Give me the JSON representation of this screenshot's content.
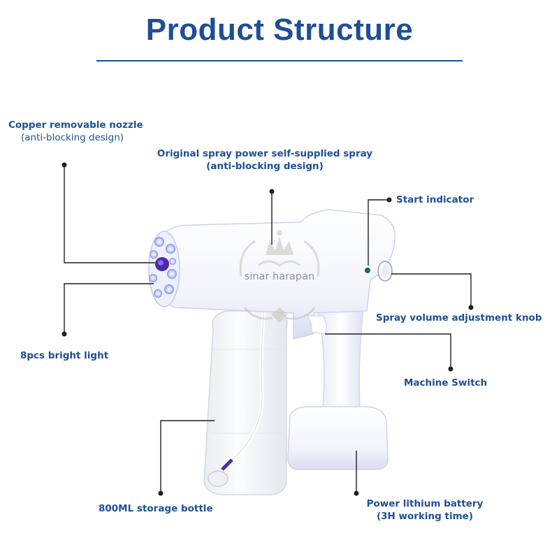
{
  "title": "Product Structure",
  "labels": {
    "nozzle": {
      "line1": "Copper removable nozzle",
      "line2": "(anti-blocking design)"
    },
    "spray": {
      "line1": "Original spray power self-supplied spray",
      "line2": "(anti-blocking design)"
    },
    "start_indicator": "Start indicator",
    "knob": "Spray volume adjustment knob",
    "lights": "8pcs bright light",
    "switch": "Machine Switch",
    "bottle": "800ML storage bottle",
    "battery": {
      "line1": "Power lithium battery",
      "line2": "(3H working time)"
    }
  },
  "watermark": "sinar harapan",
  "colors": {
    "accent": "#1e4f94",
    "light_glow": "#6b7de8",
    "nozzle": "#4b2ba8"
  }
}
